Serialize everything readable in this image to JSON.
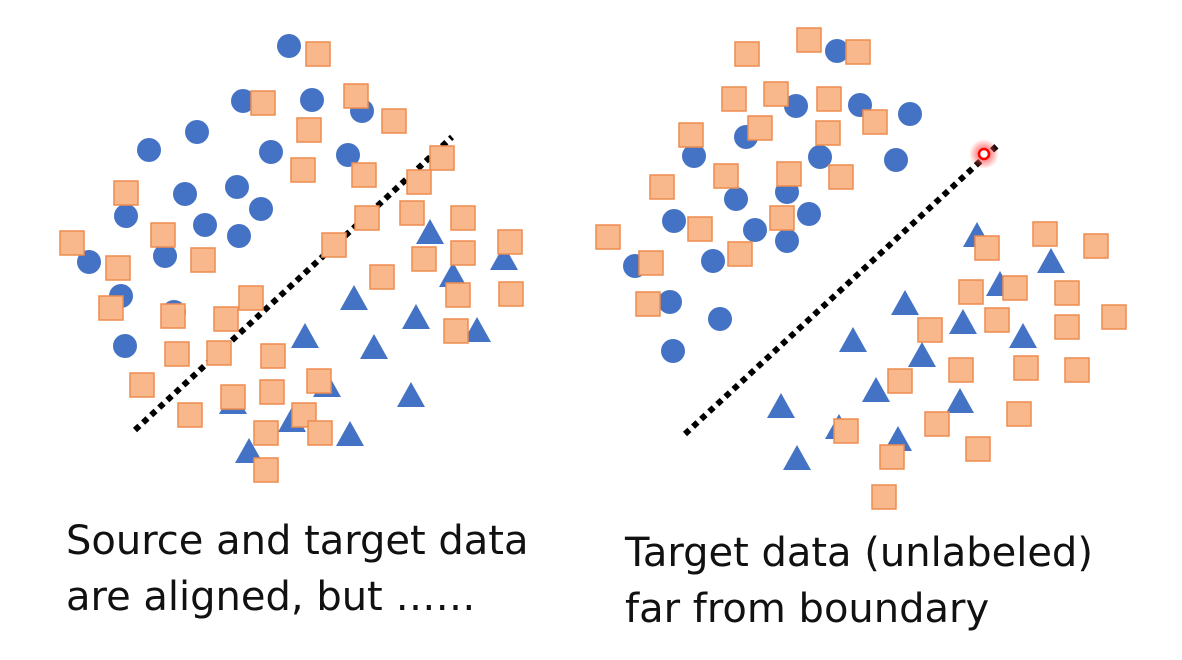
{
  "colors": {
    "circle": "#4472c4",
    "triangle": "#4472c4",
    "square_fill": "#f8b88b",
    "square_stroke": "#ed8c4f",
    "boundary": "#000000",
    "highlight": "#ff0000"
  },
  "panels": [
    {
      "name": "left",
      "caption": [
        "Source and target data",
        "are aligned, but ……"
      ],
      "boundary": [
        [
          135,
          430
        ],
        [
          452,
          137
        ]
      ],
      "circles": [
        [
          289,
          46
        ],
        [
          243,
          101
        ],
        [
          312,
          100
        ],
        [
          362,
          111
        ],
        [
          197,
          132
        ],
        [
          149,
          150
        ],
        [
          271,
          152
        ],
        [
          348,
          155
        ],
        [
          185,
          194
        ],
        [
          237,
          187
        ],
        [
          126,
          216
        ],
        [
          205,
          225
        ],
        [
          261,
          209
        ],
        [
          239,
          236
        ],
        [
          89,
          262
        ],
        [
          165,
          256
        ],
        [
          121,
          296
        ],
        [
          174,
          312
        ],
        [
          125,
          346
        ]
      ],
      "triangles": [
        [
          430,
          233
        ],
        [
          504,
          259
        ],
        [
          453,
          276
        ],
        [
          354,
          299
        ],
        [
          416,
          318
        ],
        [
          477,
          331
        ],
        [
          305,
          337
        ],
        [
          374,
          348
        ],
        [
          327,
          386
        ],
        [
          411,
          396
        ],
        [
          233,
          403
        ],
        [
          292,
          421
        ],
        [
          350,
          435
        ],
        [
          249,
          452
        ]
      ],
      "squares": [
        [
          318,
          54
        ],
        [
          263,
          103
        ],
        [
          356,
          96
        ],
        [
          394,
          121
        ],
        [
          309,
          130
        ],
        [
          303,
          170
        ],
        [
          442,
          158
        ],
        [
          364,
          175
        ],
        [
          126,
          193
        ],
        [
          419,
          182
        ],
        [
          412,
          213
        ],
        [
          367,
          218
        ],
        [
          163,
          235
        ],
        [
          72,
          243
        ],
        [
          334,
          245
        ],
        [
          463,
          218
        ],
        [
          203,
          260
        ],
        [
          118,
          268
        ],
        [
          463,
          253
        ],
        [
          424,
          259
        ],
        [
          510,
          242
        ],
        [
          382,
          277
        ],
        [
          511,
          294
        ],
        [
          458,
          295
        ],
        [
          111,
          308
        ],
        [
          251,
          298
        ],
        [
          226,
          319
        ],
        [
          173,
          316
        ],
        [
          456,
          331
        ],
        [
          177,
          354
        ],
        [
          219,
          353
        ],
        [
          273,
          356
        ],
        [
          142,
          385
        ],
        [
          319,
          381
        ],
        [
          233,
          397
        ],
        [
          272,
          392
        ],
        [
          190,
          415
        ],
        [
          304,
          415
        ],
        [
          266,
          433
        ],
        [
          320,
          433
        ],
        [
          266,
          470
        ]
      ]
    },
    {
      "name": "right",
      "caption": [
        "Target data (unlabeled)",
        "far from boundary"
      ],
      "boundary": [
        [
          685,
          434
        ],
        [
          1000,
          143
        ]
      ],
      "highlight_point": [
        984,
        154
      ],
      "circles": [
        [
          837,
          51
        ],
        [
          796,
          106
        ],
        [
          860,
          105
        ],
        [
          910,
          114
        ],
        [
          746,
          137
        ],
        [
          694,
          156
        ],
        [
          820,
          157
        ],
        [
          896,
          160
        ],
        [
          736,
          199
        ],
        [
          787,
          192
        ],
        [
          674,
          221
        ],
        [
          755,
          230
        ],
        [
          809,
          214
        ],
        [
          787,
          241
        ],
        [
          635,
          266
        ],
        [
          713,
          261
        ],
        [
          670,
          302
        ],
        [
          720,
          319
        ],
        [
          673,
          351
        ]
      ],
      "triangles": [
        [
          977,
          236
        ],
        [
          1051,
          262
        ],
        [
          1000,
          285
        ],
        [
          905,
          304
        ],
        [
          963,
          323
        ],
        [
          1023,
          337
        ],
        [
          853,
          341
        ],
        [
          922,
          356
        ],
        [
          876,
          391
        ],
        [
          960,
          402
        ],
        [
          781,
          407
        ],
        [
          839,
          428
        ],
        [
          898,
          440
        ],
        [
          797,
          459
        ]
      ],
      "squares": [
        [
          747,
          54
        ],
        [
          809,
          40
        ],
        [
          858,
          52
        ],
        [
          734,
          99
        ],
        [
          776,
          94
        ],
        [
          829,
          99
        ],
        [
          875,
          122
        ],
        [
          828,
          133
        ],
        [
          760,
          128
        ],
        [
          691,
          135
        ],
        [
          726,
          176
        ],
        [
          789,
          174
        ],
        [
          841,
          177
        ],
        [
          662,
          187
        ],
        [
          782,
          218
        ],
        [
          700,
          229
        ],
        [
          740,
          254
        ],
        [
          608,
          237
        ],
        [
          987,
          248
        ],
        [
          1045,
          234
        ],
        [
          1096,
          246
        ],
        [
          651,
          263
        ],
        [
          648,
          304
        ],
        [
          971,
          292
        ],
        [
          1015,
          288
        ],
        [
          1067,
          293
        ],
        [
          997,
          320
        ],
        [
          930,
          330
        ],
        [
          1067,
          327
        ],
        [
          1114,
          317
        ],
        [
          961,
          370
        ],
        [
          1026,
          368
        ],
        [
          1077,
          370
        ],
        [
          900,
          381
        ],
        [
          1019,
          414
        ],
        [
          937,
          424
        ],
        [
          846,
          431
        ],
        [
          978,
          449
        ],
        [
          892,
          457
        ],
        [
          884,
          497
        ]
      ]
    }
  ]
}
